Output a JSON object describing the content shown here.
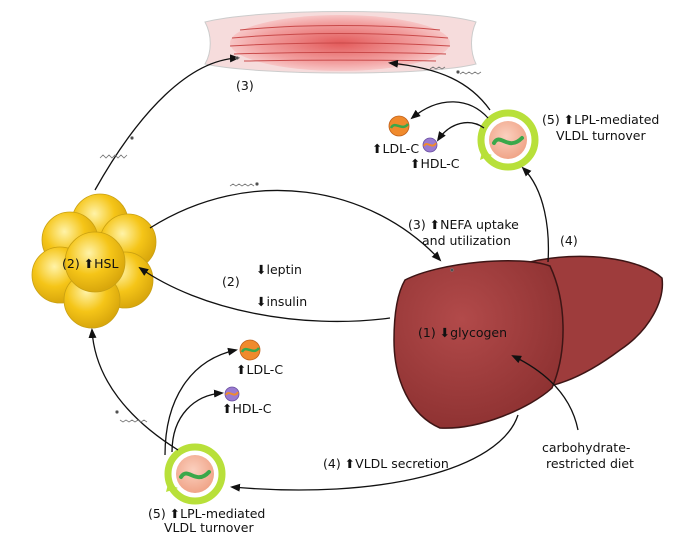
{
  "labels": {
    "muscle_step": "(3)",
    "hsl": "(2) ⬆HSL",
    "leptin": "⬇leptin",
    "insulin": "⬇insulin",
    "leptin_insulin_step": "(2)",
    "nefa_line1": "(3) ⬆NEFA uptake",
    "nefa_line2": "and utilization",
    "liver_step4": "(4)",
    "glycogen": "(1) ⬇glycogen",
    "diet_line1": "carbohydrate-",
    "diet_line2": "restricted diet",
    "vldl_secretion": "(4) ⬆VLDL secretion",
    "lpl_top_line1": "(5) ⬆LPL-mediated",
    "lpl_top_line2": "VLDL turnover",
    "lpl_bottom_line1": "(5) ⬆LPL-mediated",
    "lpl_bottom_line2": "VLDL turnover",
    "ldl_top": "⬆LDL-C",
    "hdl_top": "⬆HDL-C",
    "ldl_bottom": "⬆LDL-C",
    "hdl_bottom": "⬆HDL-C"
  },
  "colors": {
    "muscle": "#f2b8b8",
    "muscle_stripe": "#d96060",
    "adipose": "#f5c518",
    "adipose_edge": "#c9a012",
    "liver": "#9b3b3b",
    "liver_edge": "#3d1515",
    "lipoprotein_ring": "#b8e03a",
    "lipoprotein_core": "#f7b59a",
    "ldl_particle": "#f08a2c",
    "hdl_particle": "#9a7bd0",
    "strand": "#3aa84a"
  }
}
